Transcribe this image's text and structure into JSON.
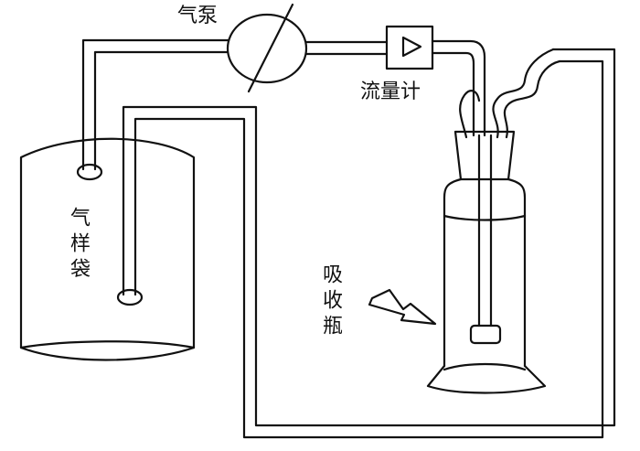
{
  "labels": {
    "pump": "气泵",
    "flowmeter": "流量计",
    "sample_bag": "气样袋",
    "absorption_bottle": "吸收瓶"
  },
  "colors": {
    "line": "#111111",
    "background": "#ffffff"
  }
}
